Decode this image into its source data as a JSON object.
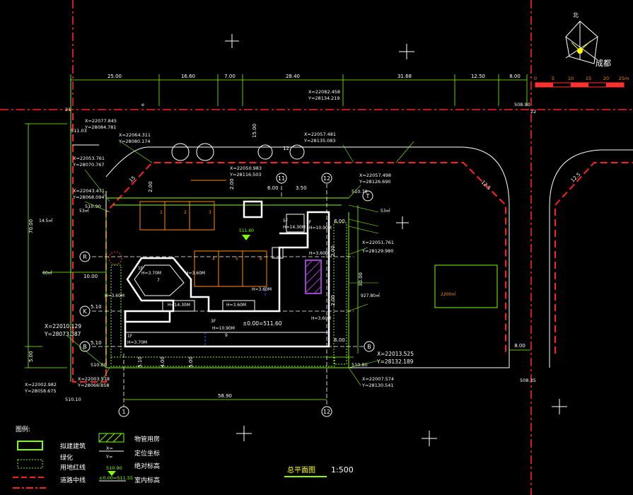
{
  "north": {
    "label": "北",
    "city": "成都"
  },
  "scale_bar": {
    "ticks": [
      "0",
      "5",
      "10",
      "15",
      "20",
      "25m"
    ]
  },
  "top_dims": [
    "25.00",
    "16.60",
    "7.00",
    "28.40",
    "31.68",
    "12.50",
    "8.00"
  ],
  "road_points": {
    "p21": "21",
    "p22": "22",
    "e": "e",
    "elev1": "511.03",
    "elev2": "508.90",
    "elev3": "510.90",
    "elev4": "510.70",
    "elev5": "510.80",
    "elev6": "510.80",
    "elev7": "510.10",
    "elev8": "508.35"
  },
  "coords": {
    "c1": "X=22082.458",
    "c1y": "Y=28134.219",
    "c2": "X=22077.845",
    "c2y": "Y=28084.781",
    "c3": "X=22064.311",
    "c3y": "Y=28080.174",
    "c4": "X=22057.481",
    "c4y": "Y=28135.083",
    "c5": "X=22050.983",
    "c5y": "Y=28116.503",
    "c6": "X=22057.498",
    "c6y": "Y=28126.690",
    "c7": "X=22051.761",
    "c7y": "Y=28129.980",
    "c8": "X=22053.761",
    "c8y": "Y=28070.767",
    "c9": "X=22043.471",
    "c9y": "Y=28068.094",
    "c10": "X=22010.129",
    "c10y": "Y=28073.387",
    "c11": "X=22013.525",
    "c11y": "Y=28132.189",
    "c12": "X=22002.982",
    "c12y": "Y=28058.675",
    "c13": "X=22003.578",
    "c13y": "Y=28066.858",
    "c14": "X=22007.574",
    "c14y": "Y=28130.541"
  },
  "grid": {
    "T": "T",
    "R": "R",
    "K": "K",
    "B": "B",
    "n1": "1",
    "n11": "11",
    "n12": "12"
  },
  "dims": {
    "d1500": "15.00",
    "d200": "2.00",
    "d600": "6.00",
    "d350": "3.50",
    "d1000": "10.00",
    "d510": "5.10",
    "d5010": "5.10",
    "d3000": "30.00",
    "d7000": "70.00",
    "d500": "5.00",
    "d5890": "58.90",
    "d800": "8.00",
    "d400": "4.00",
    "d1250": "12.5",
    "d1500b": "15"
  },
  "labels": {
    "h1": "H=3.70M",
    "h2": "H=3.60M",
    "h3": "H=14.30M",
    "h4": "H=3.60M",
    "h5": "H=3.60M",
    "h6": "H=10.90M",
    "h7": "H=14.30M",
    "h8": "H=3.60M",
    "h9": "H=3.60M",
    "h10": "H=3.70M",
    "h11": "H=3.60M",
    "h12": "H=10.90M",
    "f1": "1F",
    "f2": "3F",
    "f3": "1F",
    "f4": "3F",
    "f5": "5F",
    "zero": "±0.00=511.60",
    "el": "511.60",
    "area1": "2200㎡",
    "area2": "927.80㎡",
    "a53": "53㎡",
    "a14": "14.5㎡",
    "a60": "60㎡",
    "b1": "1",
    "b2": "2",
    "b3": "3",
    "b4": "4",
    "b5": "5",
    "b6": "6",
    "b7": "7",
    "b9": "9"
  },
  "legend": {
    "title": "图例:",
    "items": [
      "拟建建筑",
      "绿化",
      "用地红线",
      "道路中线"
    ],
    "items_r": [
      "物管用房",
      "定位坐标",
      "绝对标高",
      "室内标高"
    ],
    "xy": "X=",
    "yy": "Y=",
    "level": "510.90",
    "indoor": "±0.00=511.55"
  },
  "title": {
    "name": "总平面图",
    "scale": "1:500"
  },
  "colors": {
    "bg": "#000000",
    "white": "#ffffff",
    "green": "#7fff00",
    "red": "#ff2020",
    "yellow": "#ffff00",
    "orange": "#ff8c00",
    "purple": "#a040d0"
  }
}
